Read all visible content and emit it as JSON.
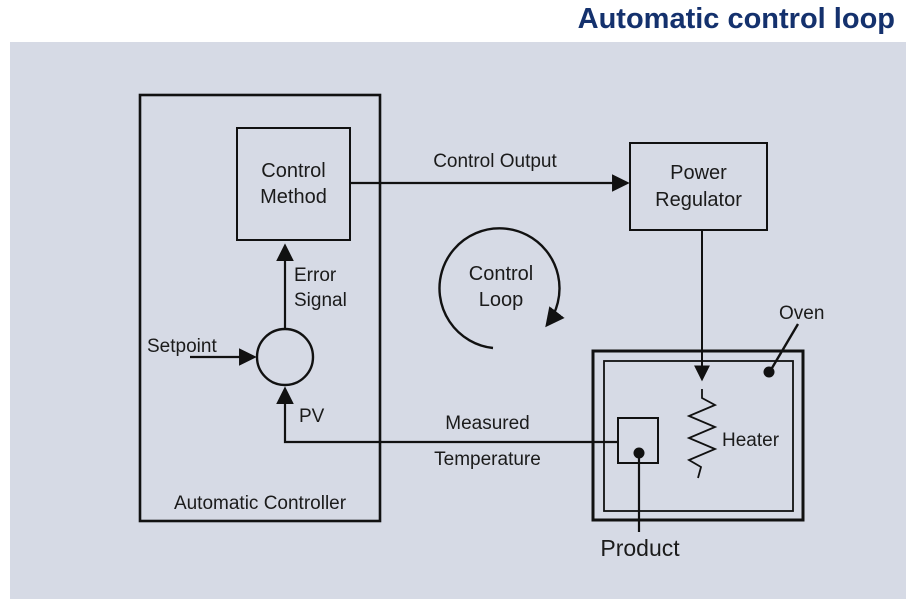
{
  "title": "Automatic control loop",
  "colors": {
    "panel_bg": "#d6dae5",
    "title_text": "#14316d",
    "line": "#111111",
    "text": "#1b1b1b"
  },
  "diagram": {
    "labels": {
      "control_method": "Control Method",
      "power_regulator": "Power Regulator",
      "control_output": "Control Output",
      "control_loop": "Control Loop",
      "setpoint": "Setpoint",
      "error_signal": "Error Signal",
      "pv": "PV",
      "measured": "Measured",
      "temperature": "Temperature",
      "automatic_controller": "Automatic Controller",
      "oven": "Oven",
      "heater": "Heater",
      "product": "Product"
    }
  }
}
